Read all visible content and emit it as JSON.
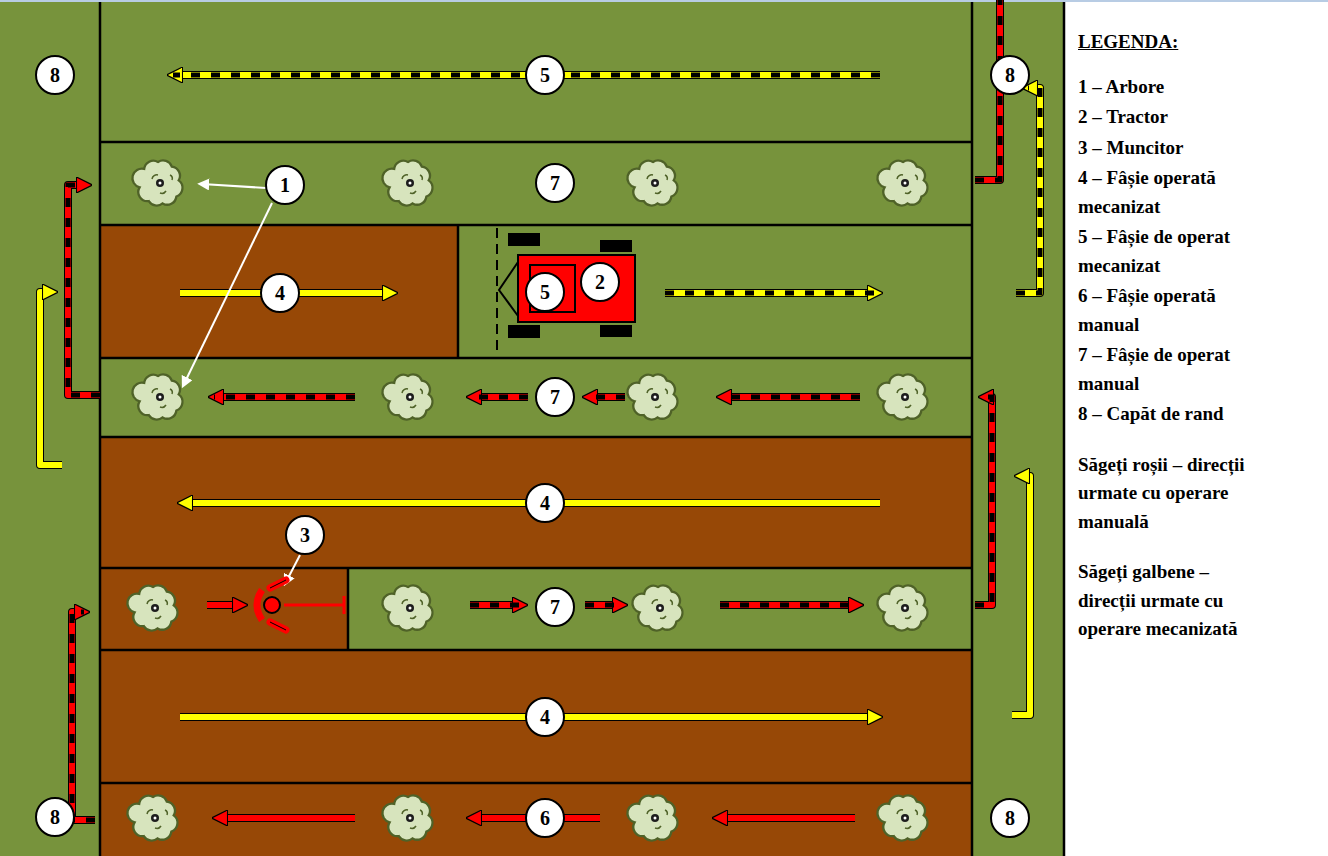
{
  "diagram": {
    "title": "LEGENDA:",
    "labels": [
      "8",
      "5",
      "8",
      "1",
      "7",
      "4",
      "2",
      "5",
      "7",
      "4",
      "3",
      "7",
      "4",
      "8",
      "6",
      "8"
    ],
    "legend": [
      {
        "text": "1 – Arbore"
      },
      {
        "text": "2 – Tractor"
      },
      {
        "text": "3 – Muncitor"
      },
      {
        "text": "4 – Fâșie operată mecanizat"
      },
      {
        "text": "5 – Fâșie de operat mecanizat"
      },
      {
        "text": "6 – Fâșie operată manual"
      },
      {
        "text": "7 – Fâșie de operat manual"
      },
      {
        "text": "8 – Capăt de rand"
      },
      {
        "text": "Săgeți roșii – direcții urmate cu operare manuală"
      },
      {
        "text": "Săgeți galbene – direcții urmate cu operare mecanizată"
      }
    ]
  }
}
